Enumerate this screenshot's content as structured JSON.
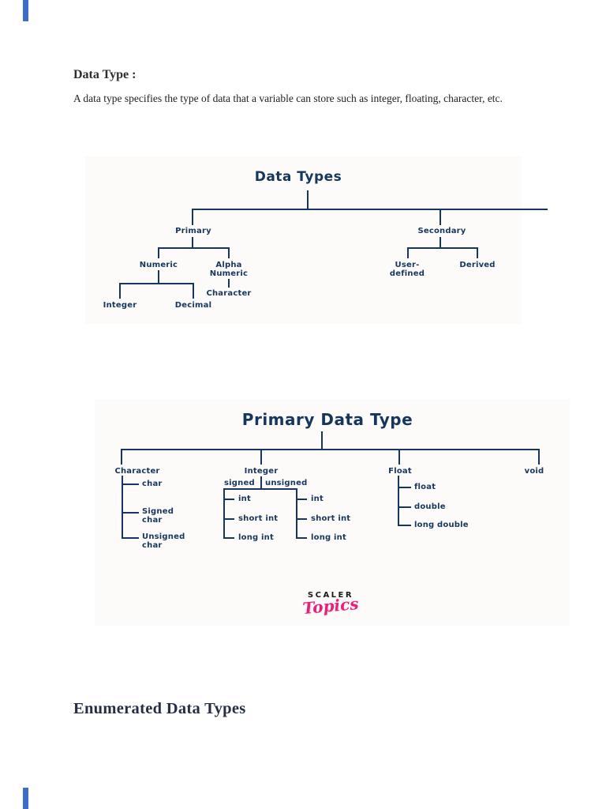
{
  "document": {
    "heading1": "Data Type :",
    "paragraph": "A data type specifies the type of data that a variable can store such as integer, floating, character, etc.",
    "heading2": "Enumerated Data Types"
  },
  "colors": {
    "diagram_navy": "#17365d",
    "logo_pink": "#ec1e79",
    "edge_marker_blue": "#3e6cc6",
    "page_background": "#ffffff"
  },
  "diagram1": {
    "title": "Data Types",
    "primary": "Primary",
    "secondary": "Secondary",
    "numeric": "Numeric",
    "alpha_numeric": "Alpha Numeric",
    "integer": "Integer",
    "decimal": "Decimal",
    "character": "Character",
    "user_defined": "User-defined",
    "derived": "Derived"
  },
  "diagram2": {
    "title": "Primary Data Type",
    "character": "Character",
    "integer": "Integer",
    "float": "Float",
    "void": "void",
    "char": "char",
    "signed_char": "Signed char",
    "unsigned_char": "Unsigned char",
    "signed": "signed",
    "unsigned": "unsigned",
    "signed_int": "int",
    "signed_short_int": "short int",
    "signed_long_int": "long int",
    "unsigned_int": "int",
    "unsigned_short_int": "short int",
    "unsigned_long_int": "long int",
    "float_child": "float",
    "double_child": "double",
    "long_double": "long double"
  },
  "logo": {
    "brand": "SCALER",
    "wordmark": "Topics"
  }
}
